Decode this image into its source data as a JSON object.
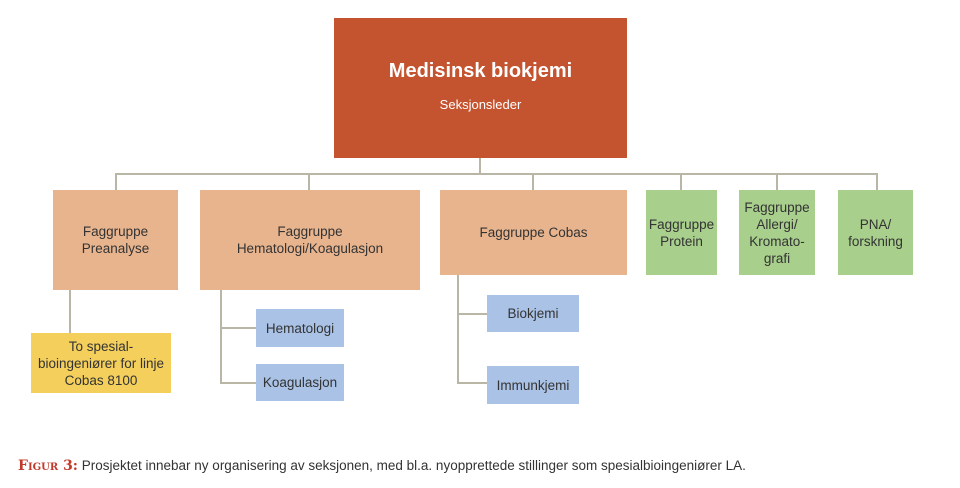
{
  "root": {
    "title": "Medisinsk biokjemi",
    "subtitle": "Seksjonsleder"
  },
  "groups": [
    {
      "l1": "Faggruppe",
      "l2": "Preanalyse"
    },
    {
      "l1": "Faggruppe",
      "l2": "Hematologi/Koagulasjon"
    },
    {
      "l1": "Faggruppe Cobas"
    },
    {
      "l1": "Faggruppe",
      "l2": "Protein"
    },
    {
      "l1": "Faggruppe",
      "l2": "Allergi/",
      "l3": "Kromato-",
      "l4": "grafi"
    },
    {
      "l1": "PNA/",
      "l2": "forskning"
    }
  ],
  "sub": {
    "preanalyse": {
      "l1": "To spesial-",
      "l2": "bioingeniører for linje",
      "l3": "Cobas 8100"
    },
    "hematologi": "Hematologi",
    "koagulasjon": "Koagulasjon",
    "biokjemi": "Biokjemi",
    "immunkjemi": "Immunkjemi"
  },
  "caption": {
    "label": "Figur 3:",
    "text": " Prosjektet innebar ny organisering av seksjonen, med bl.a. nyopprettede stillinger som spesialbioingeniører LA."
  }
}
